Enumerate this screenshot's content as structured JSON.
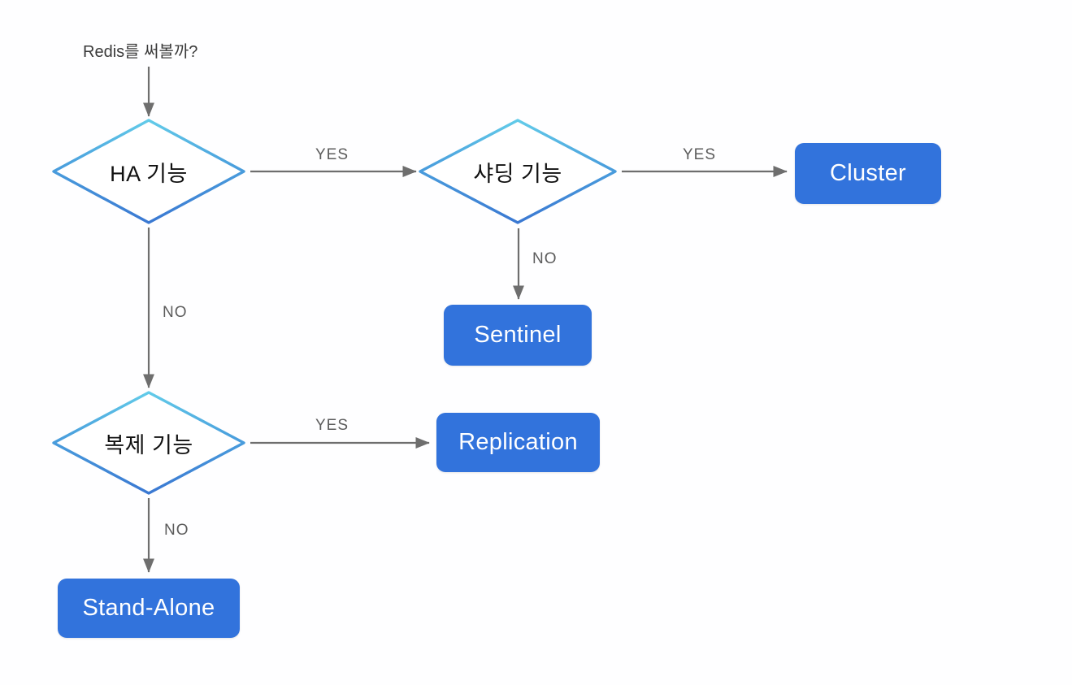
{
  "diagram": {
    "title_text": "Redis를 써볼까?",
    "background_color": "#fefeff",
    "node_fill_color": "#3273DC",
    "node_text_color": "#ffffff",
    "diamond_gradient_top": "#5BC8E8",
    "diamond_gradient_bottom": "#3A7BD5",
    "arrow_color": "#6e6e6e",
    "label_color": "#5c5c5c"
  },
  "decisions": [
    {
      "id": "ha",
      "label": "HA 기능"
    },
    {
      "id": "sharding",
      "label": "샤딩 기능"
    },
    {
      "id": "replication",
      "label": "복제 기능"
    }
  ],
  "terminals": [
    {
      "id": "cluster",
      "label": "Cluster"
    },
    {
      "id": "sentinel",
      "label": "Sentinel"
    },
    {
      "id": "replication_result",
      "label": "Replication"
    },
    {
      "id": "standalone",
      "label": "Stand-Alone"
    }
  ],
  "edges": [
    {
      "id": "start-to-ha",
      "label": ""
    },
    {
      "id": "ha-yes",
      "label": "YES"
    },
    {
      "id": "ha-no",
      "label": "NO"
    },
    {
      "id": "sharding-yes",
      "label": "YES"
    },
    {
      "id": "sharding-no",
      "label": "NO"
    },
    {
      "id": "replication-yes",
      "label": "YES"
    },
    {
      "id": "replication-no",
      "label": "NO"
    }
  ]
}
